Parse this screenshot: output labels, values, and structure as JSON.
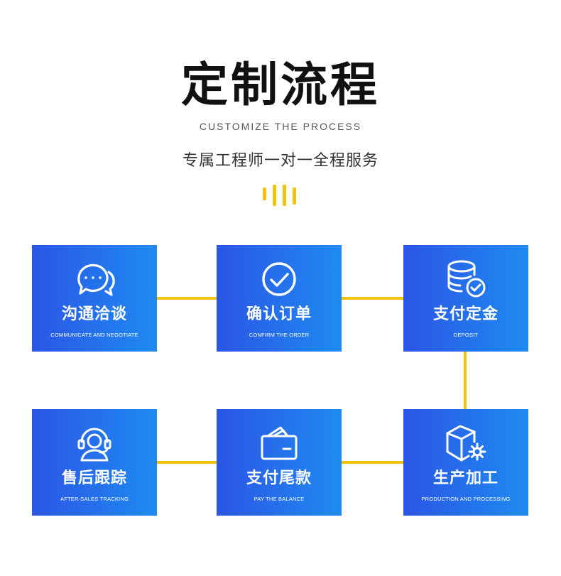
{
  "header": {
    "title": "定制流程",
    "subtitle_en": "CUSTOMIZE THE PROCESS",
    "subtitle_cn": "专属工程师一对一全程服务"
  },
  "colors": {
    "accent": "#f4c20e",
    "card_gradient_start": "#2b55e6",
    "card_gradient_end": "#1f8bf0"
  },
  "steps": [
    {
      "cn": "沟通洽谈",
      "en": "COMMUNICATE AND NEGOTIATE",
      "icon": "chat-bubbles-icon"
    },
    {
      "cn": "确认订单",
      "en": "CONFIRM THE ORDER",
      "icon": "check-circle-icon"
    },
    {
      "cn": "支付定金",
      "en": "DEPOSIT",
      "icon": "coin-stack-check-icon"
    },
    {
      "cn": "生产加工",
      "en": "PRODUCTION AND PROCESSING",
      "icon": "box-gear-icon"
    },
    {
      "cn": "支付尾款",
      "en": "PAY THE BALANCE",
      "icon": "wallet-icon"
    },
    {
      "cn": "售后跟踪",
      "en": "AFTER-SALES TRACKING",
      "icon": "headset-agent-icon"
    }
  ]
}
